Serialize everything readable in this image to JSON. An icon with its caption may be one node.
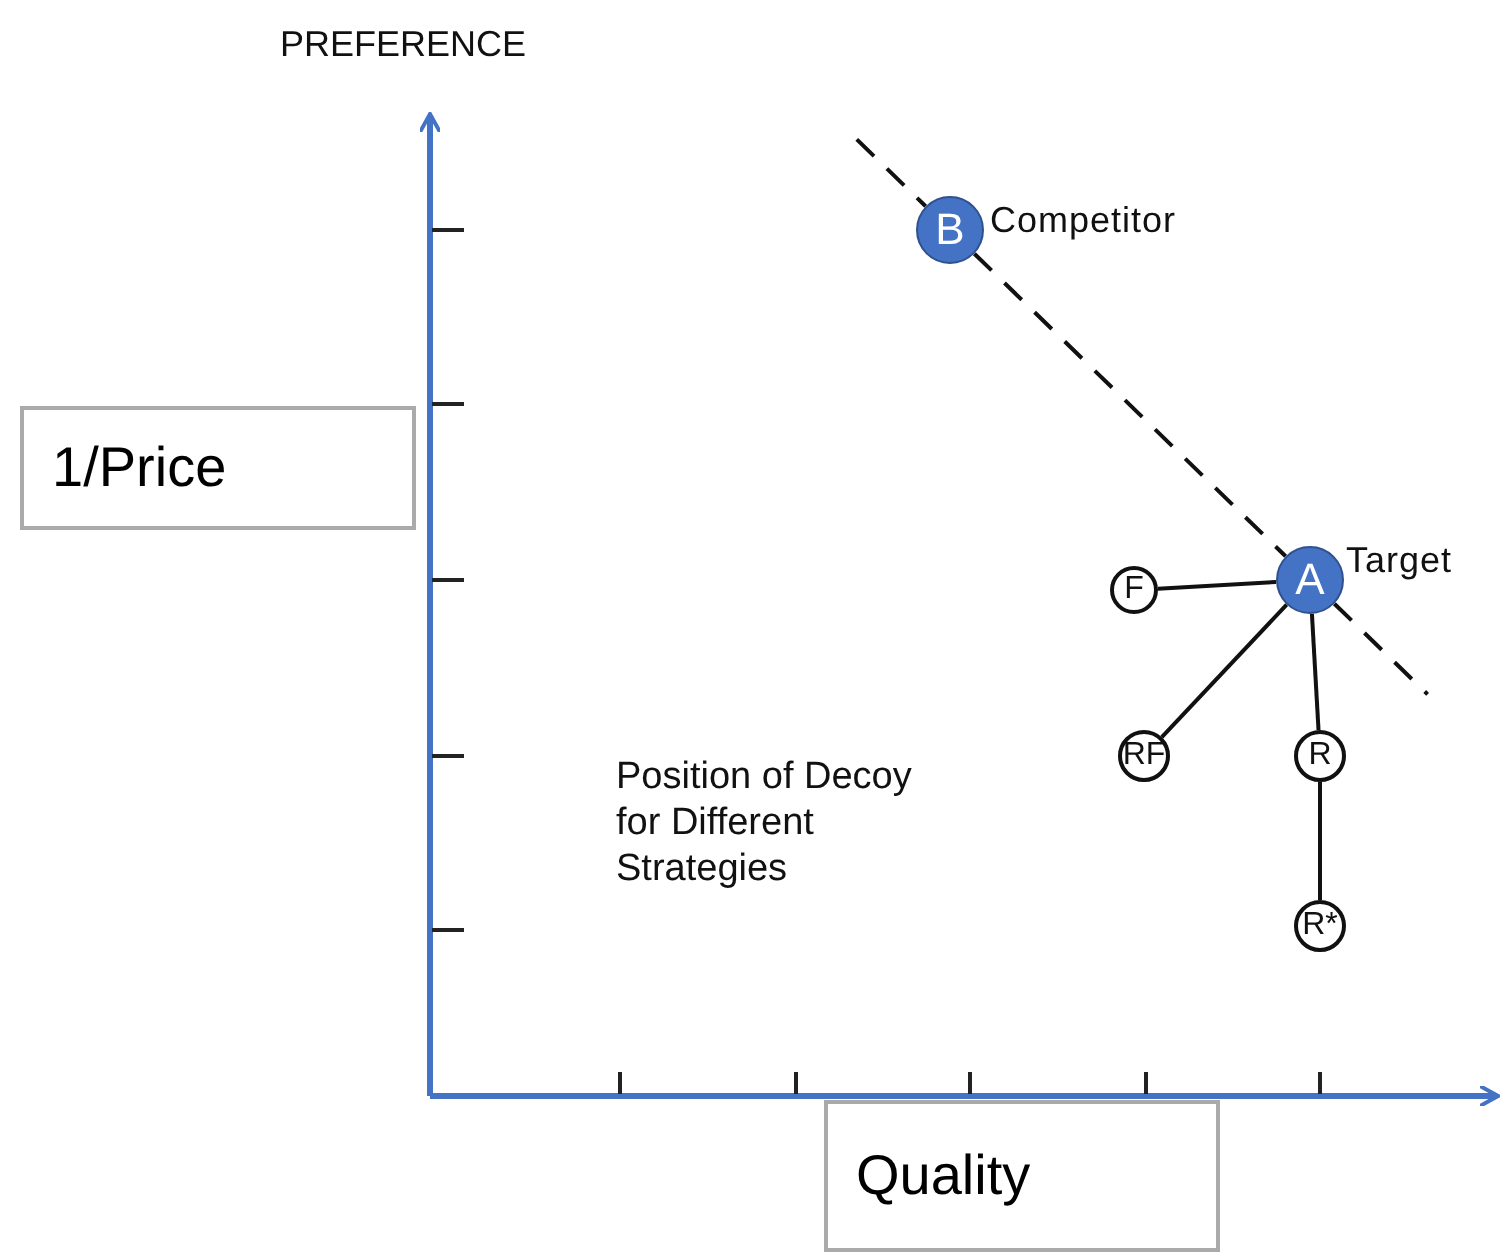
{
  "diagram": {
    "nodes": [
      {
        "text": [
          "B"
        ],
        "beside": [
          "Competitor"
        ]
      },
      {
        "text": [
          "A"
        ],
        "beside": [
          "Target"
        ]
      },
      {
        "text": [
          "F"
        ]
      },
      {
        "text": [
          "RF"
        ]
      },
      {
        "text": [
          "R"
        ]
      },
      {
        "text": [
          "R*"
        ]
      },
      {
        "text": [
          "1/Price"
        ]
      },
      {
        "text": [
          "Quality"
        ]
      }
    ],
    "edges": [
      {
        "from": 0,
        "to": 1,
        "arrow": "none",
        "style": "dashed"
      },
      {
        "from": 1,
        "to": 2,
        "arrow": "none"
      },
      {
        "from": 1,
        "to": 3,
        "arrow": "none"
      },
      {
        "from": 1,
        "to": 4,
        "arrow": "none"
      },
      {
        "from": 4,
        "to": 5,
        "arrow": "none"
      }
    ],
    "labels": [
      "PREFERENCE",
      "Position of Decoy for Different Strategies"
    ]
  }
}
